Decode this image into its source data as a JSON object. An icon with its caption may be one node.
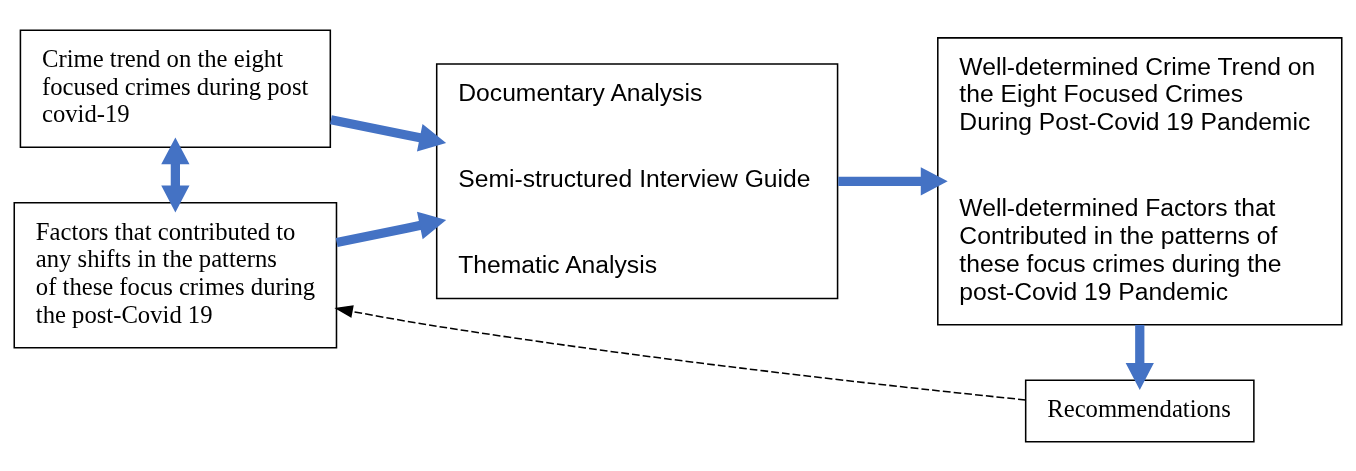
{
  "diagram": {
    "nodes": [
      {
        "text": [
          "Crime trend on the eight focused crimes during post covid-19"
        ]
      },
      {
        "text": [
          "Factors that contributed to any shifts in the patterns of these focus crimes during the post-Covid 19"
        ]
      },
      {
        "text": [
          "Documentary Analysis",
          "Semi-structured Interview Guide",
          "Thematic Analysis"
        ]
      },
      {
        "text": [
          "Well-determined Crime Trend on the Eight Focused Crimes During Post-Covid 19 Pandemic",
          "Well-determined Factors that Contributed in the patterns of these focus crimes during the post-Covid 19 Pandemic"
        ]
      },
      {
        "text": [
          "Recommendations"
        ]
      }
    ],
    "edges": [
      {
        "from": 0,
        "to": 1,
        "arrow": "both"
      },
      {
        "from": 0,
        "to": 2,
        "arrow": "to"
      },
      {
        "from": 1,
        "to": 2,
        "arrow": "to"
      },
      {
        "from": 2,
        "to": 3,
        "arrow": "to"
      },
      {
        "from": 3,
        "to": 4,
        "arrow": "to"
      },
      {
        "from": 4,
        "to": 1,
        "arrow": "to",
        "style": "dashed",
        "color": "#000000"
      }
    ]
  }
}
